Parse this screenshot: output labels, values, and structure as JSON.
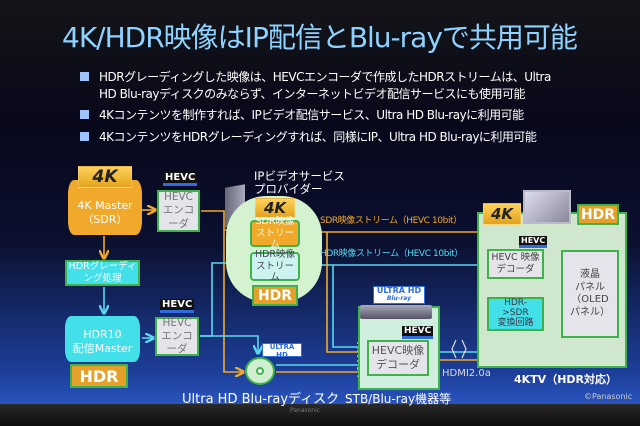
{
  "slide": {
    "title": "4K/HDR映像はIP配信とBlu-rayで共用可能",
    "bullets": [
      "HDRグレーディングした映像は、HEVCエンコーダで作成したHDRストリームは、Ultra",
      "HD Blu-rayディスクのみならず、インターネットビデオ配信サービスにも使用可能",
      "4Kコンテンツを制作すれば、IPビデオ配信サービス、Ultra HD Blu-rayに利用可能",
      "4KコンテンツをHDRグレーディングすれば、同様にIP、Ultra HD Blu-rayに利用可能"
    ]
  },
  "diagram": {
    "badge_4k": "4K",
    "badge_hdr": "HDR",
    "hevc": "HEVC",
    "master_sdr": "4K Master\n（SDR）",
    "hdr_grading": "HDRグレーディング処理",
    "hdr10_master": "HDR10\n配信Master",
    "encoder": "HEVC\nエンコーダ",
    "provider": "IPビデオサービス\nプロバイダー",
    "sdr_stream": "SDR映像\nストリーム",
    "hdr_stream": "HDR映像\nストリーム",
    "sdr_stream_label": "SDR映像ストリーム（HEVC 10bit）",
    "hdr_stream_label": "HDR映像ストリーム（HEVC 10bit）",
    "uhd_logo": "ULTRA HD",
    "uhd_logo_sub": "Blu-ray",
    "disc_label": "Ultra HD Blu-rayディスク",
    "stb_decoder": "HEVC映像デコーダ",
    "stb_label": "STB/Blu-ray機器等",
    "hdmi_label": "HDMI2.0a",
    "tv_decoder": "HEVC 映像\nデコーダ",
    "hdr_sdr": "HDR-\n>SDR\n変換回路",
    "panel": "液晶\nパネル\n（OLED\nパネル）",
    "tv_label": "4KTV（HDR対応）",
    "copyright": "©Panasonic"
  },
  "bezel": {
    "brand": "Panasonic"
  },
  "colors": {
    "sdr": "#f0a92a",
    "hdr": "#5ad8f0",
    "border": "#3fb34a",
    "title": "#8ed3ff"
  }
}
